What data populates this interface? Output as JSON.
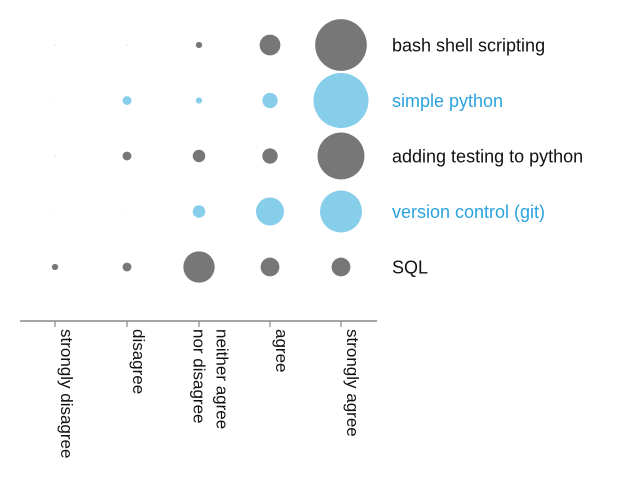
{
  "chart_data": {
    "type": "scatter",
    "title": "",
    "xlabel": "",
    "ylabel": "",
    "grid": false,
    "legend": "none",
    "categories": [
      [
        "strongly disagree"
      ],
      [
        "disagree"
      ],
      [
        "neither agree",
        "nor disagree"
      ],
      [
        "agree"
      ],
      [
        "strongly agree"
      ]
    ],
    "rows": [
      {
        "name": "bash shell scripting",
        "color": "#777777",
        "values": [
          0,
          0,
          1,
          11,
          68
        ]
      },
      {
        "name": "simple python",
        "color": "#87ceeb",
        "values": [
          0,
          2,
          1,
          6,
          77
        ]
      },
      {
        "name": "adding testing to python",
        "color": "#777777",
        "values": [
          0,
          2,
          4,
          6,
          56
        ]
      },
      {
        "name": "version control (git)",
        "color": "#87ceeb",
        "values": [
          0,
          0,
          4,
          20,
          45
        ]
      },
      {
        "name": "SQL",
        "color": "#777777",
        "values": [
          1,
          2,
          25,
          9,
          9
        ]
      }
    ],
    "size_encoding": "bubble area proportional to count"
  },
  "colors": {
    "gray": "#777777",
    "blue": "#87ceeb",
    "blue_text": "#2aa3dd",
    "axis": "#888888"
  }
}
